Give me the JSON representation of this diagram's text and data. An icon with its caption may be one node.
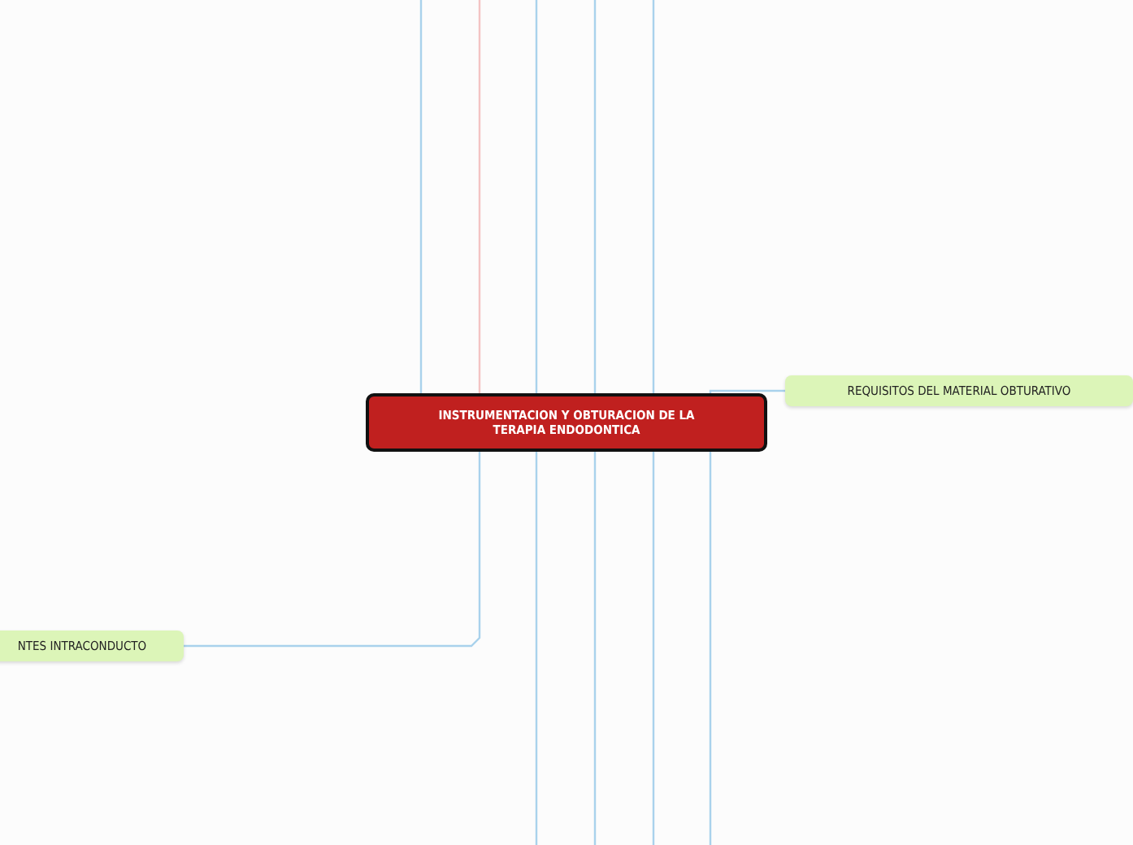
{
  "diagram": {
    "nodes": [
      {
        "text": [
          "INSTRUMENTACION Y OBTURACION DE LA TERAPIA ENDODONTICA"
        ]
      },
      {
        "text": [
          "REQUISITOS DEL MATERIAL OBTURATIVO"
        ]
      },
      {
        "text": [
          "NTES INTRACONDUCTO"
        ]
      }
    ],
    "edges": [
      {
        "from": 0,
        "to": 1,
        "arrow": "none"
      },
      {
        "from": 0,
        "to": 2,
        "arrow": "none"
      },
      {
        "from": 0,
        "to": null,
        "arrow": "none"
      },
      {
        "from": 0,
        "to": null,
        "arrow": "none",
        "color": "#f4c4c4"
      },
      {
        "from": 0,
        "to": null,
        "arrow": "none"
      },
      {
        "from": 0,
        "to": null,
        "arrow": "none"
      },
      {
        "from": 0,
        "to": null,
        "arrow": "none"
      },
      {
        "from": 0,
        "to": null,
        "arrow": "none"
      },
      {
        "from": 0,
        "to": null,
        "arrow": "none"
      },
      {
        "from": 0,
        "to": null,
        "arrow": "none"
      },
      {
        "from": 0,
        "to": null,
        "arrow": "none"
      }
    ]
  }
}
